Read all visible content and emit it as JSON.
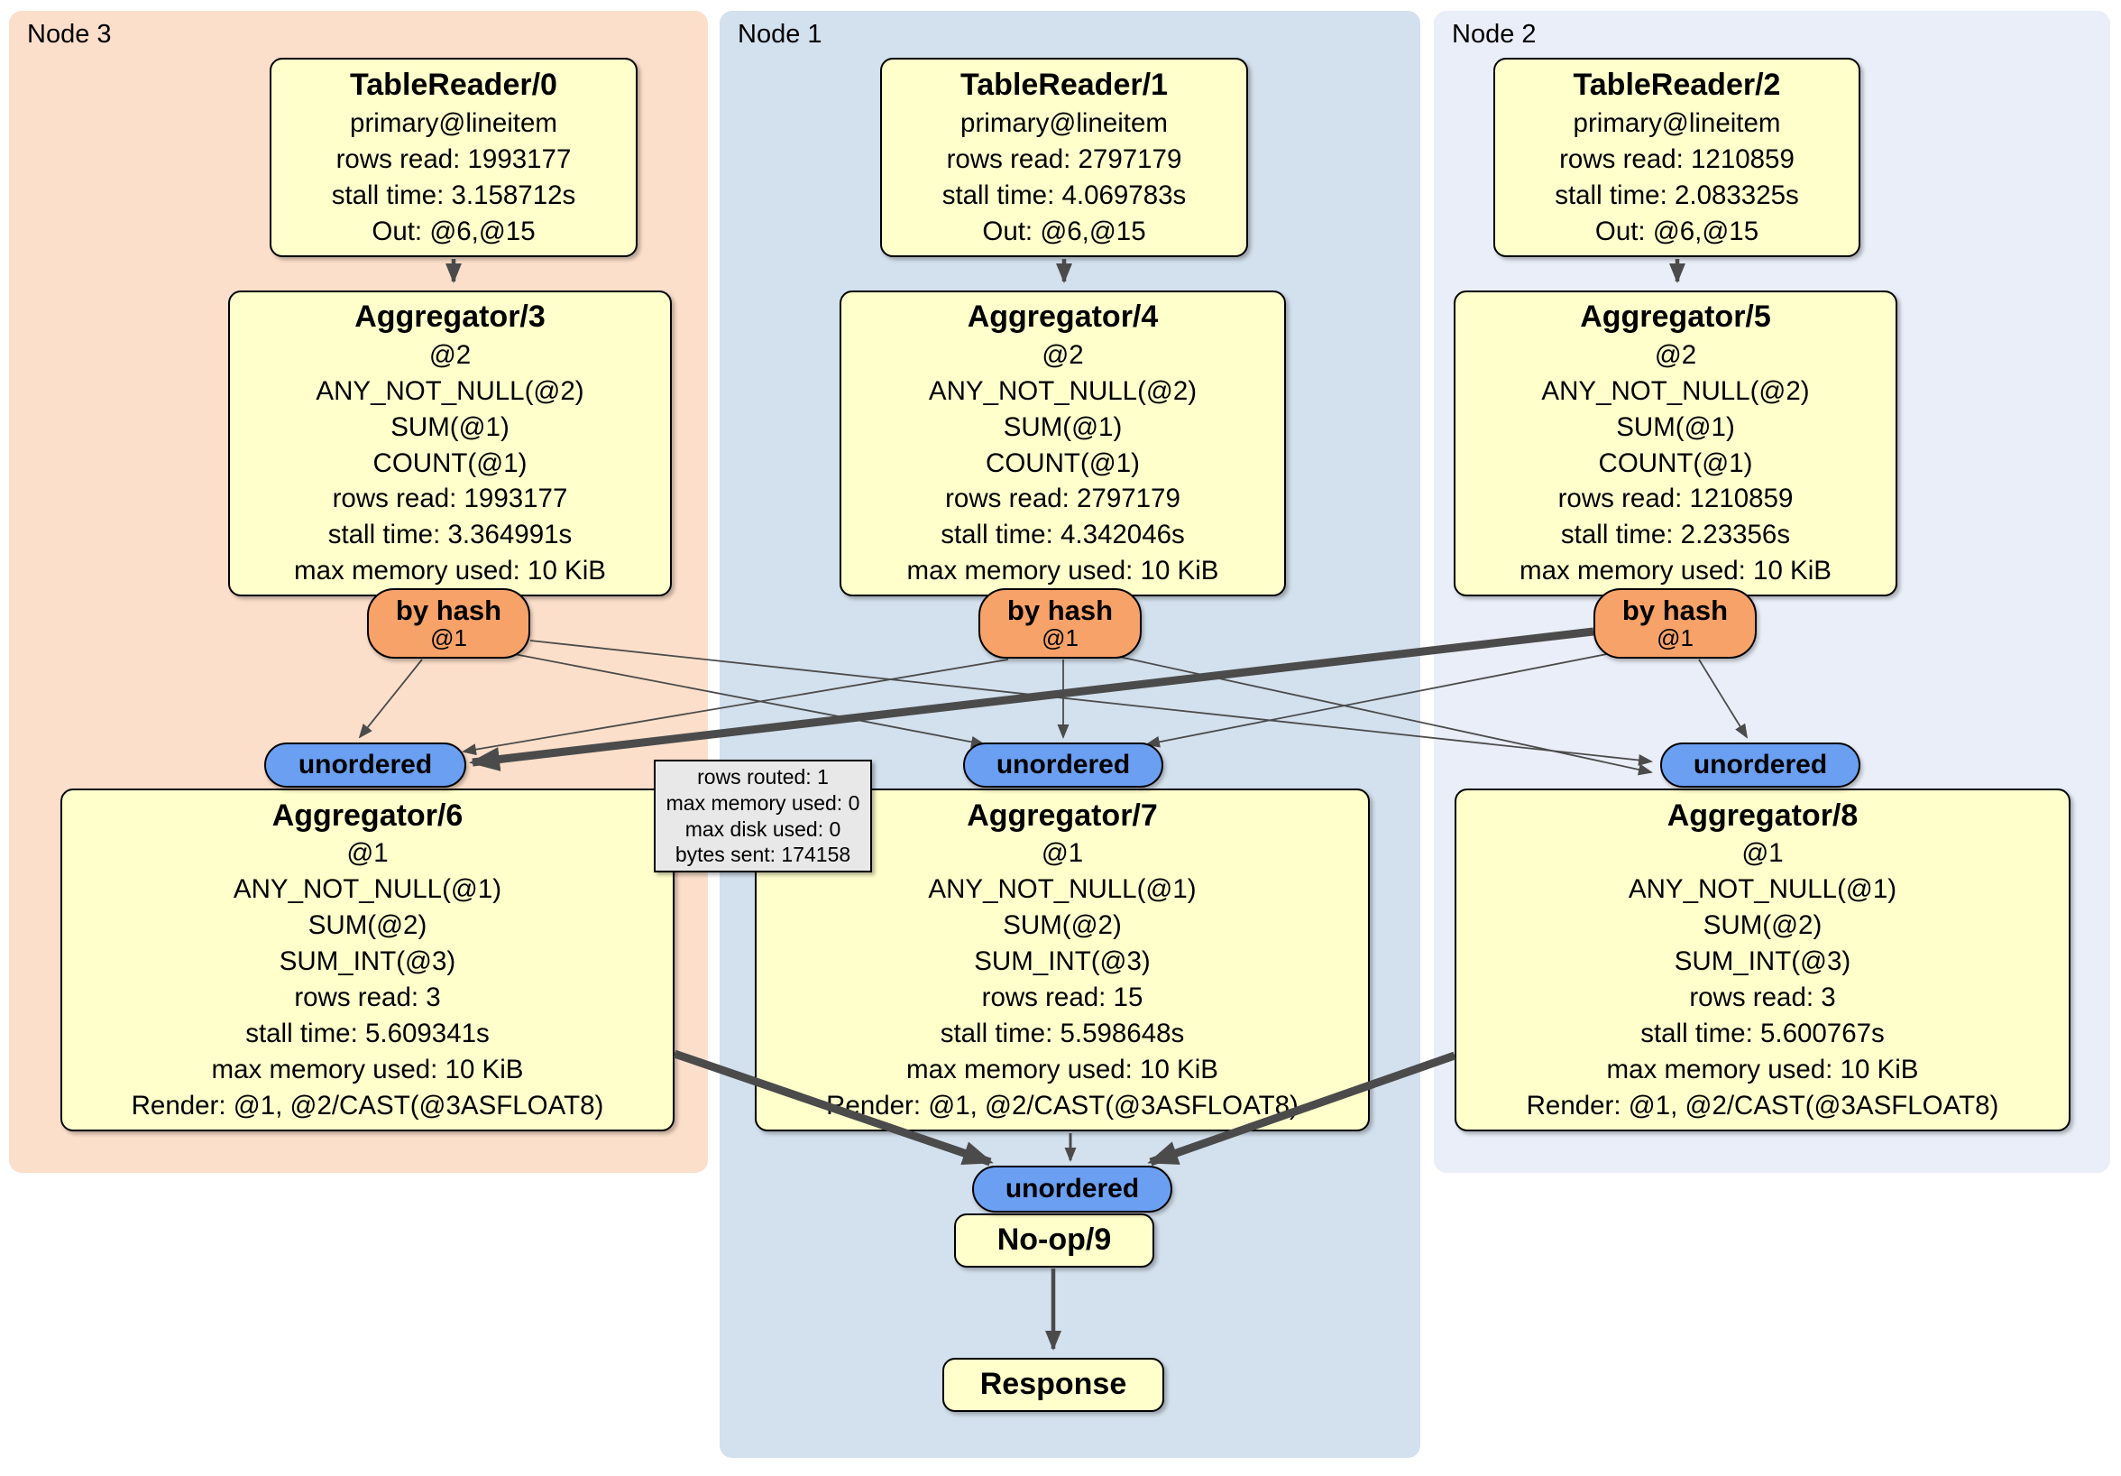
{
  "nodes": {
    "n3": "Node 3",
    "n1": "Node 1",
    "n2": "Node 2"
  },
  "boxes": {
    "tr0": {
      "title": "TableReader/0",
      "lines": [
        "primary@lineitem",
        "rows read: 1993177",
        "stall time: 3.158712s",
        "Out: @6,@15"
      ]
    },
    "tr1": {
      "title": "TableReader/1",
      "lines": [
        "primary@lineitem",
        "rows read: 2797179",
        "stall time: 4.069783s",
        "Out: @6,@15"
      ]
    },
    "tr2": {
      "title": "TableReader/2",
      "lines": [
        "primary@lineitem",
        "rows read: 1210859",
        "stall time: 2.083325s",
        "Out: @6,@15"
      ]
    },
    "agg3": {
      "title": "Aggregator/3",
      "lines": [
        "@2",
        "ANY_NOT_NULL(@2)",
        "SUM(@1)",
        "COUNT(@1)",
        "rows read: 1993177",
        "stall time: 3.364991s",
        "max memory used: 10 KiB"
      ]
    },
    "agg4": {
      "title": "Aggregator/4",
      "lines": [
        "@2",
        "ANY_NOT_NULL(@2)",
        "SUM(@1)",
        "COUNT(@1)",
        "rows read: 2797179",
        "stall time: 4.342046s",
        "max memory used: 10 KiB"
      ]
    },
    "agg5": {
      "title": "Aggregator/5",
      "lines": [
        "@2",
        "ANY_NOT_NULL(@2)",
        "SUM(@1)",
        "COUNT(@1)",
        "rows read: 1210859",
        "stall time: 2.23356s",
        "max memory used: 10 KiB"
      ]
    },
    "agg6": {
      "title": "Aggregator/6",
      "lines": [
        "@1",
        "ANY_NOT_NULL(@1)",
        "SUM(@2)",
        "SUM_INT(@3)",
        "rows read: 3",
        "stall time: 5.609341s",
        "max memory used: 10 KiB",
        "Render: @1, @2/CAST(@3ASFLOAT8)"
      ]
    },
    "agg7": {
      "title": "Aggregator/7",
      "lines": [
        "@1",
        "ANY_NOT_NULL(@1)",
        "SUM(@2)",
        "SUM_INT(@3)",
        "rows read: 15",
        "stall time: 5.598648s",
        "max memory used: 10 KiB",
        "Render: @1, @2/CAST(@3ASFLOAT8)"
      ]
    },
    "agg8": {
      "title": "Aggregator/8",
      "lines": [
        "@1",
        "ANY_NOT_NULL(@1)",
        "SUM(@2)",
        "SUM_INT(@3)",
        "rows read: 3",
        "stall time: 5.600767s",
        "max memory used: 10 KiB",
        "Render: @1, @2/CAST(@3ASFLOAT8)"
      ]
    },
    "noop": {
      "title": "No-op/9"
    },
    "response": {
      "title": "Response"
    }
  },
  "router": {
    "label": "by hash",
    "column": "@1"
  },
  "stream": {
    "label": "unordered"
  },
  "tooltip": {
    "lines": [
      "rows routed: 1",
      "max memory used: 0",
      "max disk used: 0",
      "bytes sent: 174158"
    ]
  },
  "colors": {
    "node3-fill": "#fcdfca",
    "node1-fill": "#d3e0ed",
    "node2-fill": "#e9eef8",
    "box-fill": "#ffffcc",
    "router-fill": "#f7a269",
    "stream-fill": "#6b9ff1",
    "tooltip-fill": "#e8e8e8",
    "edge-color": "#4b4b4b"
  }
}
